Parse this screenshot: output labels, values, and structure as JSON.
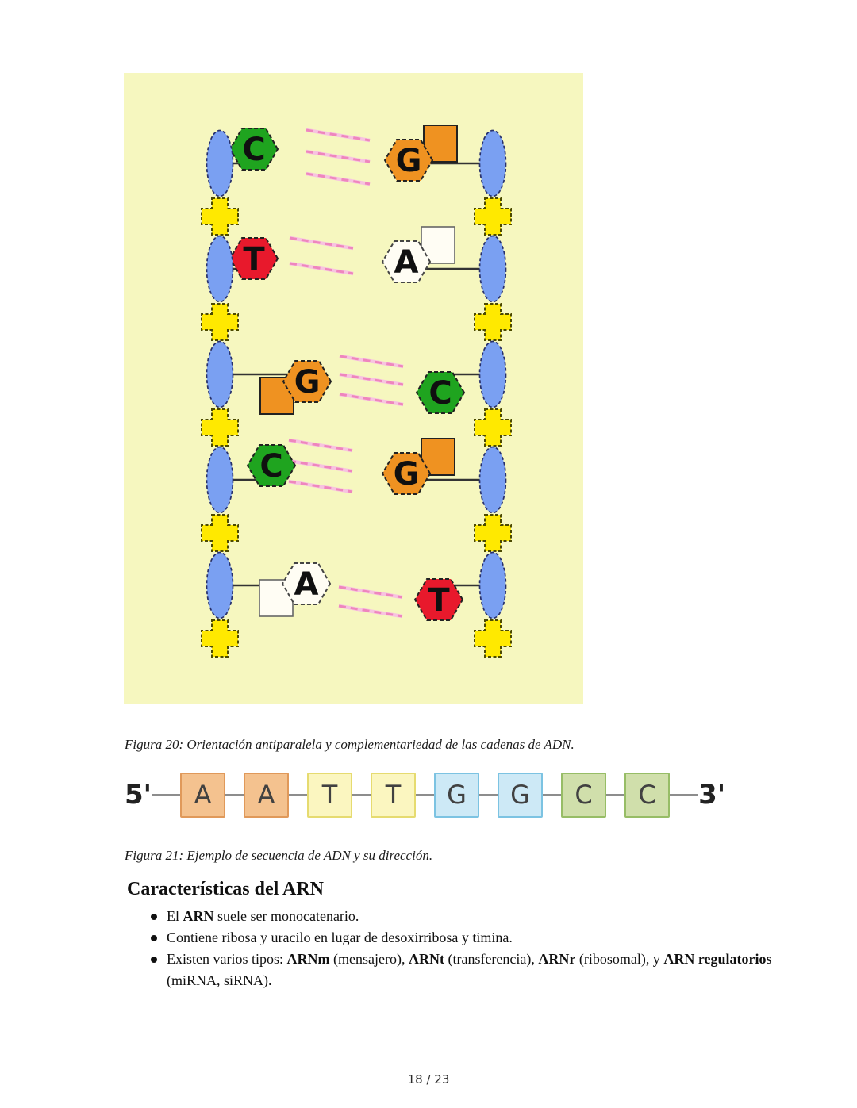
{
  "page": {
    "footer": "18 / 23"
  },
  "figure20": {
    "caption": "Figura 20: Orientación antiparalela y complementariedad de las cadenas de ADN.",
    "panel_bg": "#f6f7bf",
    "icons": {
      "sugar": "blue-ellipse",
      "phosphate": "yellow-cross",
      "purine_attachment": "attached-square",
      "hydrogen_bond": "pink-dashed-line"
    },
    "colors": {
      "sugar": "#7aa0f2",
      "sugar_outline": "#27306b",
      "phosphate": "#ffe900",
      "phosphate_outline": "#4c4a00",
      "base_C": "#1fa41f",
      "base_G": "#ef9221",
      "base_T": "#e8192c",
      "base_A": "#fffdf4",
      "base_outline": "#222222",
      "letter": "#101010",
      "bond": "#ee86bd",
      "bond_light": "#f7c3e0",
      "connector": "#333333"
    },
    "pairs": [
      {
        "left": "C",
        "right": "G",
        "bonds": 3
      },
      {
        "left": "T",
        "right": "A",
        "bonds": 2
      },
      {
        "left": "G",
        "right": "C",
        "bonds": 3
      },
      {
        "left": "C",
        "right": "G",
        "bonds": 3
      },
      {
        "left": "A",
        "right": "T",
        "bonds": 2
      }
    ]
  },
  "figure21": {
    "caption": "Figura 21: Ejemplo de secuencia de ADN y su dirección.",
    "left_label": "5'",
    "right_label": "3'",
    "sequence": [
      "A",
      "A",
      "T",
      "T",
      "G",
      "G",
      "C",
      "C"
    ],
    "box_colors": {
      "A": {
        "fill": "#f4c28f",
        "border": "#e0995a"
      },
      "T": {
        "fill": "#fbf6c0",
        "border": "#e6db70"
      },
      "G": {
        "fill": "#cde9f6",
        "border": "#7cc3e2"
      },
      "C": {
        "fill": "#d0dfab",
        "border": "#97bd66"
      }
    }
  },
  "section": {
    "heading": "Características del ARN",
    "bullets": [
      [
        {
          "t": "El "
        },
        {
          "t": "ARN",
          "b": true
        },
        {
          "t": " suele ser monocatenario."
        }
      ],
      [
        {
          "t": "Contiene ribosa y uracilo en lugar de desoxirribosa y timina."
        }
      ],
      [
        {
          "t": "Existen varios tipos: "
        },
        {
          "t": "ARNm",
          "b": true
        },
        {
          "t": " (mensajero), "
        },
        {
          "t": "ARNt",
          "b": true
        },
        {
          "t": " (transferencia), "
        },
        {
          "t": "ARNr",
          "b": true
        },
        {
          "t": " (ribosomal), y "
        },
        {
          "t": "ARN regulatorios",
          "b": true
        },
        {
          "t": " (miRNA, siRNA)."
        }
      ]
    ]
  }
}
